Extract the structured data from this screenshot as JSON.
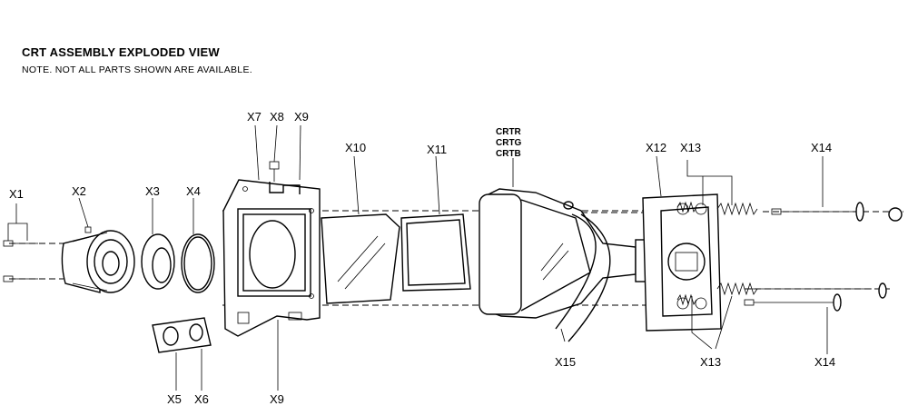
{
  "header": {
    "title": "CRT ASSEMBLY EXPLODED VIEW",
    "note": "NOTE. NOT ALL PARTS SHOWN ARE AVAILABLE."
  },
  "labels": {
    "x1": "X1",
    "x2": "X2",
    "x3": "X3",
    "x4": "X4",
    "x5": "X5",
    "x6": "X6",
    "x7": "X7",
    "x8": "X8",
    "x9_top": "X9",
    "x9_bottom": "X9",
    "x10": "X10",
    "x11": "X11",
    "crtr": "CRTR",
    "crtg": "CRTG",
    "crtb": "CRTB",
    "x12": "X12",
    "x13_top": "X13",
    "x13_bottom": "X13",
    "x14_top": "X14",
    "x14_bottom": "X14",
    "x15": "X15"
  }
}
